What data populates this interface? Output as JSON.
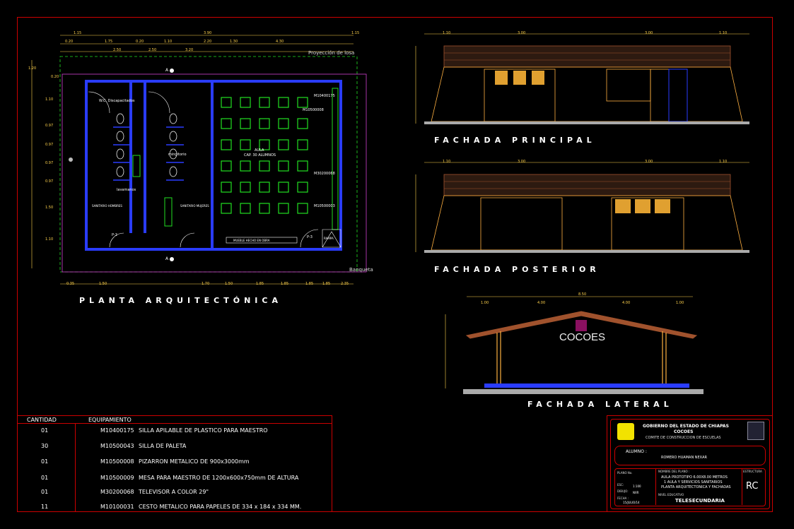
{
  "plan": {
    "title": "PLANTA ARQUITECTÓNICA",
    "projection_label": "Proyección de losa",
    "banqueta_label": "Banqueta",
    "classroom_label": "AULA",
    "classroom_capacity": "CAP. 30 ALUMNOS",
    "sanitary_men": "SANITARIO HOMBRES",
    "sanitary_women": "SANITARIO MUJERES",
    "wc_label": "W.C. Discapacitados",
    "lavamanos": "lavamanos",
    "mingitorio": "mingitorio",
    "mueble": "MUEBLE HECHO EN OBRA",
    "rampa": "RAMPA",
    "door_p2": "P-2",
    "door_p3": "P-3",
    "section_a": "A",
    "codes": [
      "M10400175",
      "M10500008",
      "M30200068",
      "M10500003"
    ],
    "top_dims": [
      "1.15",
      "3.90",
      "1.15",
      "0.20",
      "1.75",
      "0.20",
      "1.10",
      "2.20",
      "1.30",
      "4.30",
      "2.50",
      "2.50",
      "3.20"
    ],
    "bottom_dims": [
      "0.35",
      "1.50",
      "1.70",
      "1.50",
      "1.85",
      "1.85",
      "1.85",
      "1.85",
      "2.35"
    ],
    "left_dims": [
      "1.20",
      "0.20",
      "1.10",
      "0.97",
      "0.97",
      "0.97",
      "0.97",
      "1.50",
      "1.10"
    ]
  },
  "fachada_principal": {
    "title": "FACHADA PRINCIPAL",
    "dims": [
      "1.10",
      "3.00",
      "3.00",
      "1.10"
    ]
  },
  "fachada_posterior": {
    "title": "FACHADA POSTERIOR",
    "dims": [
      "1.10",
      "3.00",
      "3.00",
      "1.10"
    ]
  },
  "fachada_lateral": {
    "title": "FACHADA LATERAL",
    "watermark": "COCOES",
    "dims": [
      "1.00",
      "4.00",
      "4.00",
      "1.00",
      "8.50"
    ]
  },
  "equipment": {
    "header_qty": "CANTIDAD",
    "header_item": "EQUIPAMIENTO",
    "rows": [
      {
        "qty": "01",
        "code": "M10400175",
        "desc": "SILLA APILABLE DE PLASTICO PARA MAESTRO"
      },
      {
        "qty": "30",
        "code": "M10500043",
        "desc": "SILLA DE PALETA"
      },
      {
        "qty": "01",
        "code": "M10500008",
        "desc": "PIZARRON METALICO DE 900x3000mm"
      },
      {
        "qty": "01",
        "code": "M10500009",
        "desc": "MESA PARA MAESTRO DE 1200x600x750mm DE ALTURA"
      },
      {
        "qty": "01",
        "code": "M30200068",
        "desc": "TELEVISOR A COLOR 29\""
      },
      {
        "qty": "11",
        "code": "M10100031",
        "desc": "CESTO METALICO PARA PAPELES DE 334 x 184 x 334 MM."
      }
    ]
  },
  "title_block": {
    "gov": "GOBIERNO DEL ESTADO DE CHIAPAS",
    "org": "COCOES",
    "org_sub": "COMITE DE CONSTRUCCION DE ESCUELAS",
    "alumno_label": "ALUMNO :",
    "alumno_name": "ROMERO HUAMAN NEXAR",
    "plano_label": "PLANO No.",
    "nombre_label": "NOMBRE DEL PLANO :",
    "plan_name_1": "AULA PROTOTIPO 6.00X8.00 METROS",
    "plan_name_2": "1 AULA Y SERVICIOS SANITARIOS",
    "plan_name_3": "PLANTA ARQUITECTONICA Y FACHADAS",
    "esc_label": "ESC:",
    "esc_value": "1:100",
    "dibujo_label": "DIBUJO:",
    "dibujo_value": "NXR",
    "fecha_label": "FECHA :",
    "fecha_value": "15/JULIO/14",
    "nivel_label": "NIVEL EDUCATIVO",
    "nivel_value": "TELESECUNDARIA",
    "estructura_label": "ESTRUCTURA",
    "estructura_value": "RC"
  },
  "colors": {
    "frame": "#cc0000",
    "wall_blue": "#2a3cff",
    "green_furniture": "#22e022",
    "dimension_yellow": "#ffd34d",
    "roof_brown": "#a0522d"
  }
}
